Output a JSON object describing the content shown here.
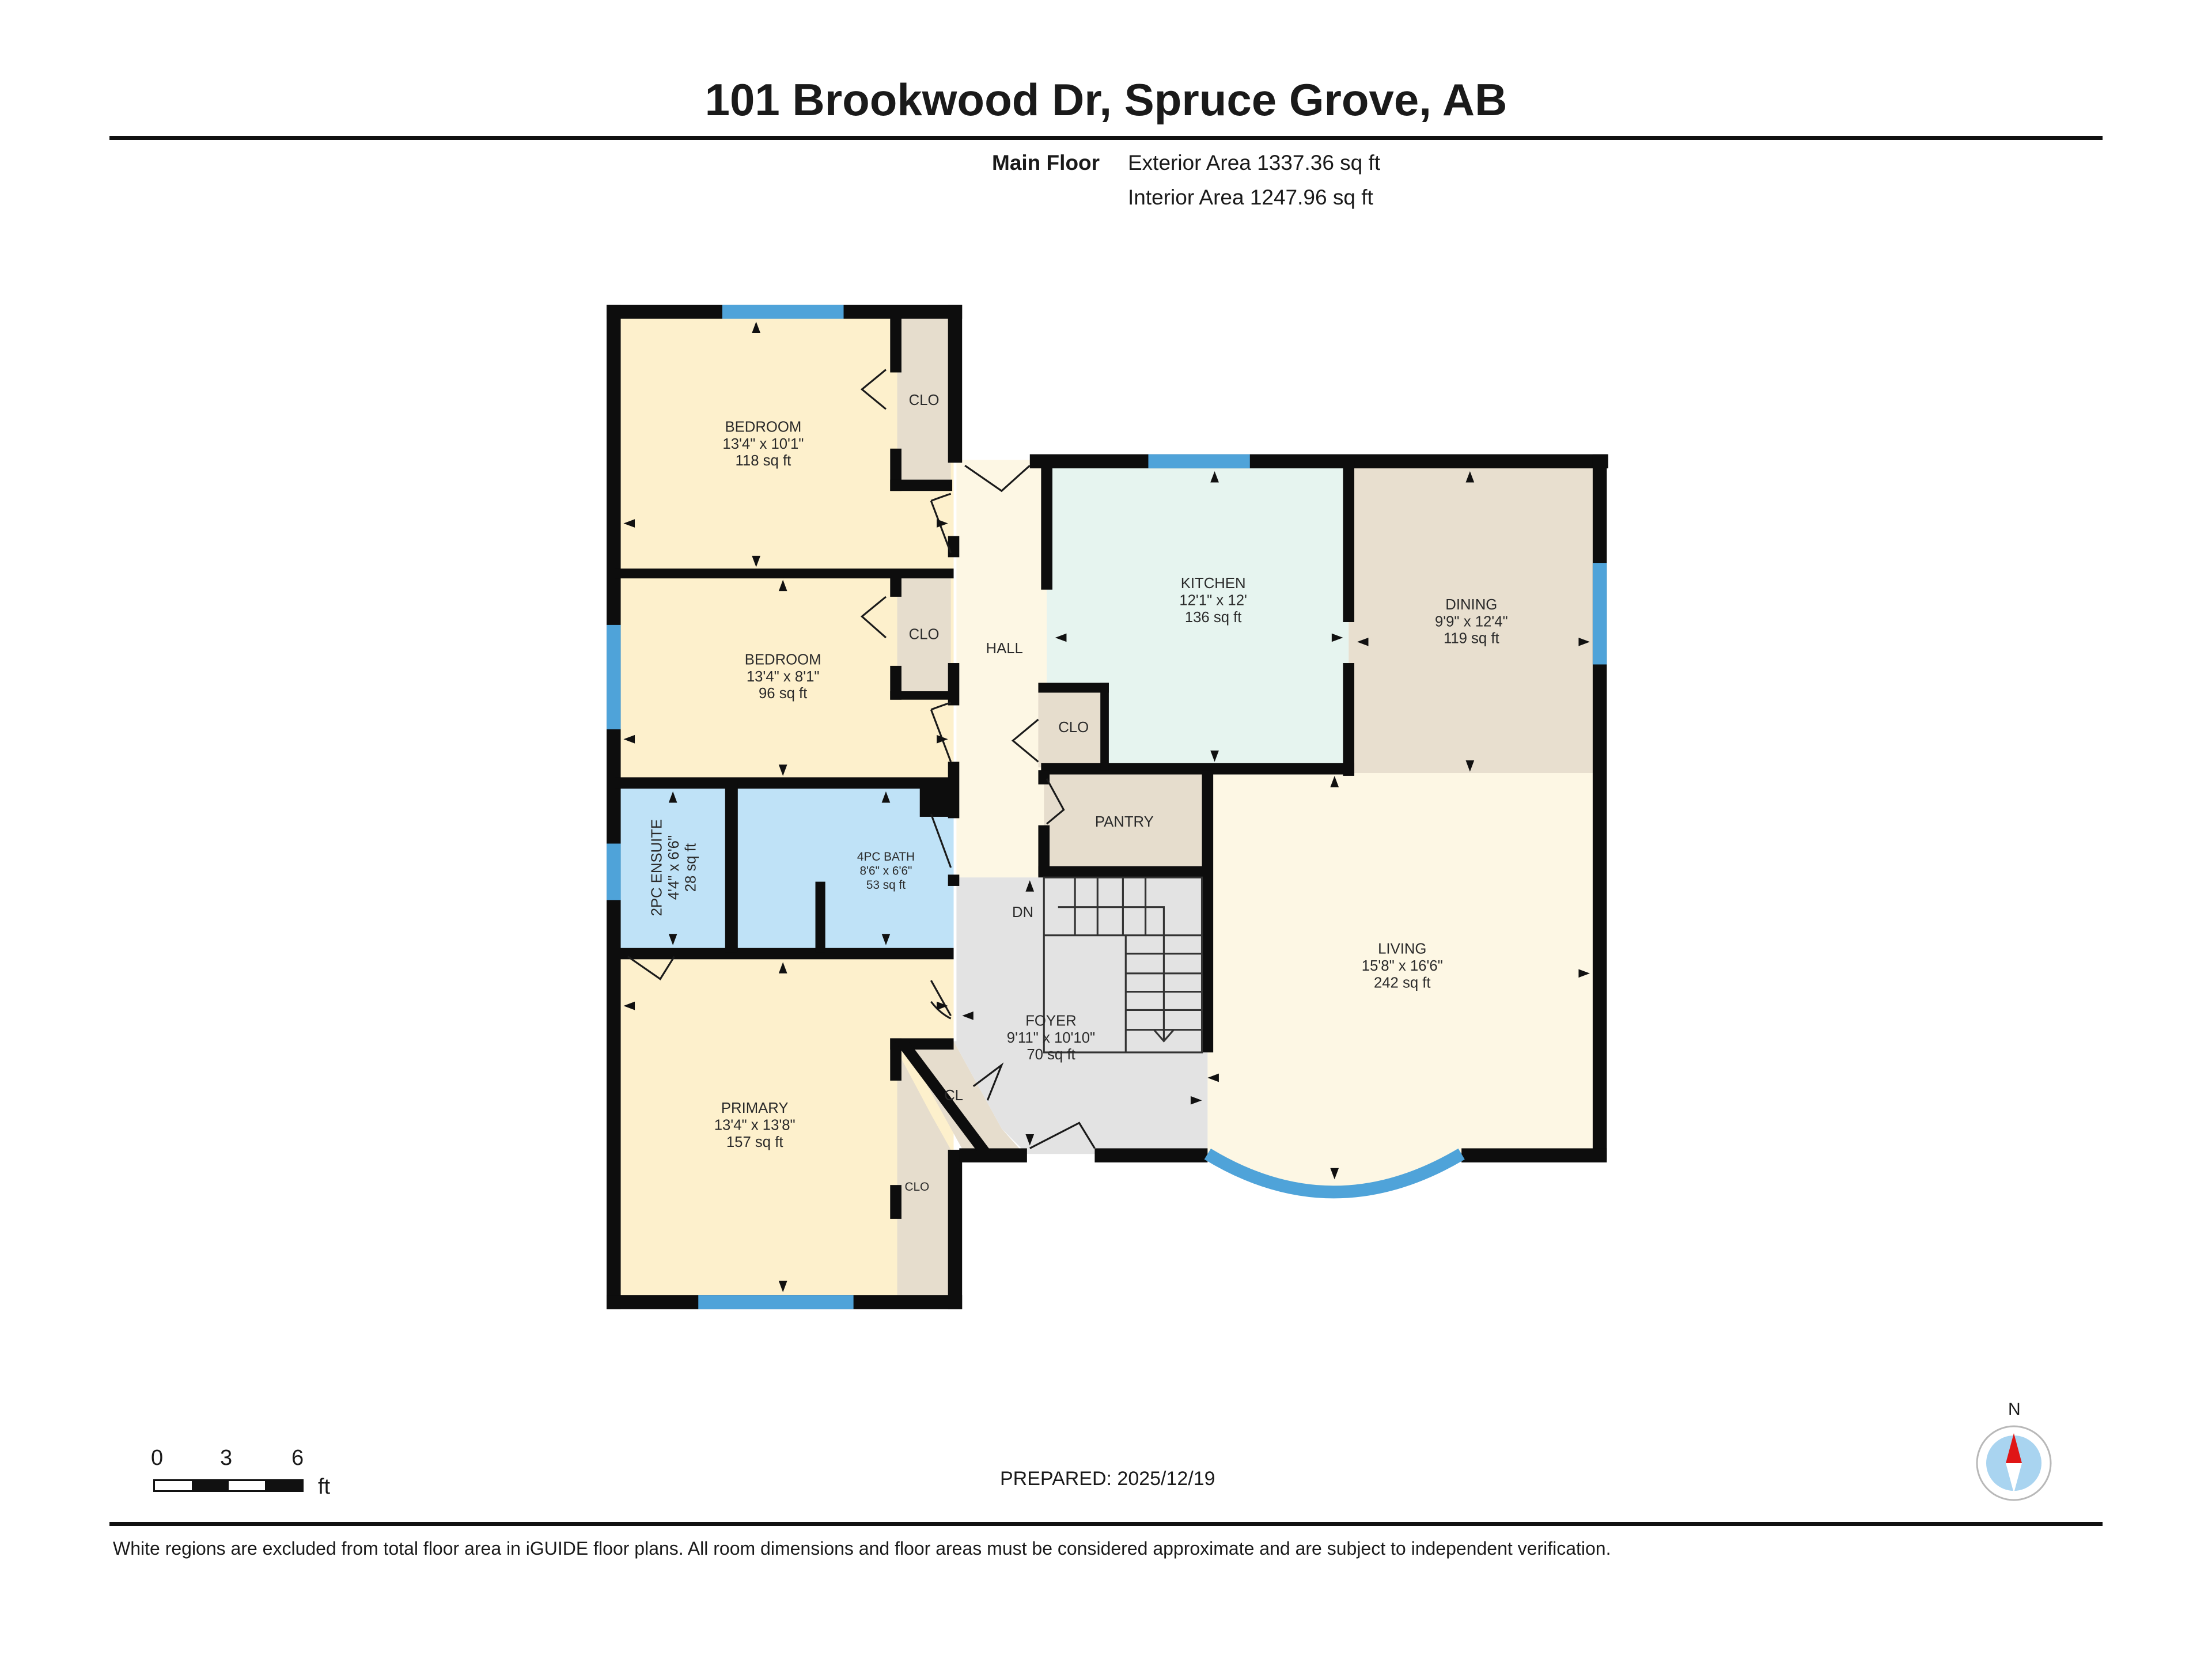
{
  "header": {
    "title": "101 Brookwood Dr, Spruce Grove, AB",
    "floor_label": "Main Floor",
    "exterior_area": "Exterior Area 1337.36 sq ft",
    "interior_area": "Interior Area 1247.96 sq ft"
  },
  "rooms": {
    "bedroom1": {
      "name": "BEDROOM",
      "dims": "13'4\" x 10'1\"",
      "area": "118 sq ft"
    },
    "bedroom2": {
      "name": "BEDROOM",
      "dims": "13'4\" x 8'1\"",
      "area": "96 sq ft"
    },
    "ensuite": {
      "name": "2PC ENSUITE",
      "dims": "4'4\" x 6'6\"",
      "area": "28 sq ft"
    },
    "bath": {
      "name": "4PC BATH",
      "dims": "8'6\" x 6'6\"",
      "area": "53 sq ft"
    },
    "primary": {
      "name": "PRIMARY",
      "dims": "13'4\" x 13'8\"",
      "area": "157 sq ft"
    },
    "kitchen": {
      "name": "KITCHEN",
      "dims": "12'1\" x 12'",
      "area": "136 sq ft"
    },
    "dining": {
      "name": "DINING",
      "dims": "9'9\" x 12'4\"",
      "area": "119 sq ft"
    },
    "living": {
      "name": "LIVING",
      "dims": "15'8\" x 16'6\"",
      "area": "242 sq ft"
    },
    "foyer": {
      "name": "FOYER",
      "dims": "9'11\" x 10'10\"",
      "area": "70 sq ft"
    },
    "hall": {
      "name": "HALL"
    },
    "pantry": {
      "name": "PANTRY"
    },
    "clo1": {
      "name": "CLO"
    },
    "clo2": {
      "name": "CLO"
    },
    "clo3": {
      "name": "CLO"
    },
    "clo4": {
      "name": "CLO"
    },
    "cl": {
      "name": "CL"
    },
    "stairs_label": "DN"
  },
  "colors": {
    "bedroom": "#fdf0cc",
    "bath": "#bfe2f7",
    "kitchen": "#e6f4ef",
    "dining": "#e8dfcf",
    "living": "#fdf7e4",
    "closet": "#e6ddcd",
    "foyer": "#e3e3e3",
    "wall": "#0d0d0d",
    "window": "#4fa3d9"
  },
  "scale_bar": {
    "ticks": [
      "0",
      "3",
      "6"
    ],
    "unit": "ft"
  },
  "compass": {
    "label": "N"
  },
  "footer": {
    "prepared": "PREPARED: 2025/12/19",
    "disclaimer": "White regions are excluded from total floor area in iGUIDE floor plans. All room dimensions and floor areas must be considered approximate and are subject to independent verification."
  }
}
